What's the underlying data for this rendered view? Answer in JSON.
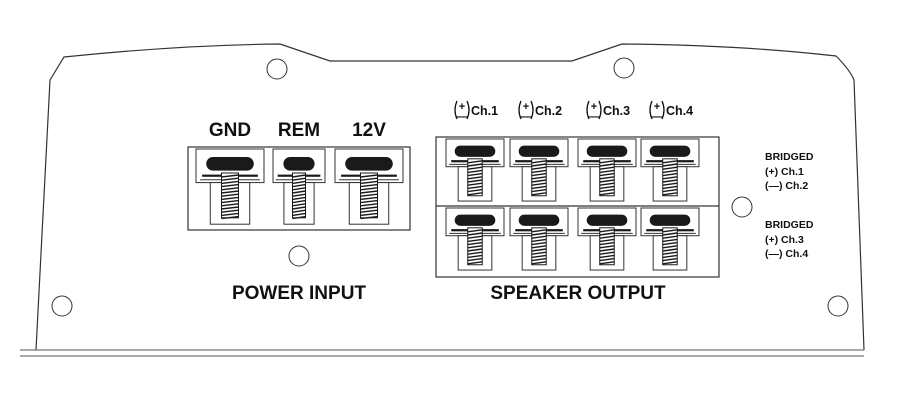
{
  "diagram": {
    "title": "Amplifier terminal panel",
    "colors": {
      "outline": "#333333",
      "fill": "#ffffff",
      "text": "#111111",
      "screw_head": "#1a1a1a"
    },
    "power_input": {
      "section_label": "POWER INPUT",
      "terminals": [
        {
          "label": "GND",
          "size": "large"
        },
        {
          "label": "REM",
          "size": "small"
        },
        {
          "label": "12V",
          "size": "large"
        }
      ]
    },
    "speaker_output": {
      "section_label": "SPEAKER OUTPUT",
      "polarity_plus": "+",
      "polarity_minus": "—",
      "channels": [
        {
          "label": "Ch.1"
        },
        {
          "label": "Ch.2"
        },
        {
          "label": "Ch.3"
        },
        {
          "label": "Ch.4"
        }
      ],
      "rows": [
        "positive",
        "negative"
      ]
    },
    "bridged": [
      {
        "title": "BRIDGED",
        "plus": "(+) Ch.1",
        "minus": "(—) Ch.2"
      },
      {
        "title": "BRIDGED",
        "plus": "(+) Ch.3",
        "minus": "(—) Ch.4"
      }
    ],
    "mounting_holes": [
      "top-left",
      "top-right",
      "power-center",
      "bridged-side",
      "bottom-left",
      "bottom-right"
    ]
  }
}
